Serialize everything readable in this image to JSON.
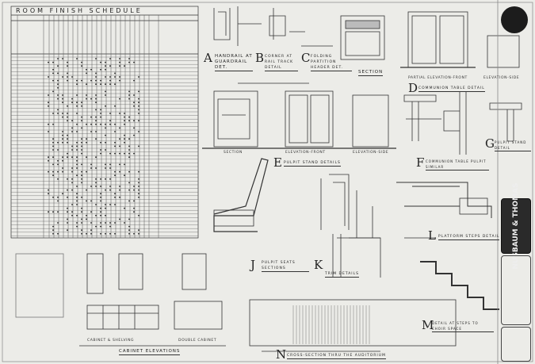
{
  "schedule": {
    "title": "ROOM FINISH SCHEDULE"
  },
  "details": [
    {
      "letter": "A",
      "title": "HANDRAIL AT GUARDRAIL DET."
    },
    {
      "letter": "B",
      "title": "CORNER AT RAIL TRACK DETAIL"
    },
    {
      "letter": "C",
      "title": "FOLDING PARTITION HEADER DET."
    },
    {
      "letter": "D",
      "title": "COMMUNION TABLE DETAIL"
    },
    {
      "letter": "E",
      "title": "PULPIT STAND DETAILS"
    },
    {
      "letter": "F",
      "title": "COMMUNION TABLE PULPIT SIMILAR"
    },
    {
      "letter": "G",
      "title": "PULPIT STAND DETAIL"
    },
    {
      "letter": "J",
      "title": "PULPIT SEATS SECTIONS"
    },
    {
      "letter": "K",
      "title": "TRIM DETAILS"
    },
    {
      "letter": "L",
      "title": "PLATFORM STEPS DETAIL"
    },
    {
      "letter": "M",
      "title": "DETAIL AT STEPS TO CHOIR SPACE"
    },
    {
      "letter": "N",
      "title": "CROSS-SECTION THRU THE AUDITORIUM"
    }
  ],
  "view_labels": {
    "section_top": "SECTION",
    "partial_elev_front": "PARTIAL ELEVATION-FRONT",
    "elev_side_top": "ELEVATION-SIDE",
    "section_mid": "SECTION",
    "elev_front_mid": "ELEVATION-FRONT",
    "elev_side_mid": "ELEVATION-SIDE",
    "cabinet_shelving": "CABINET & SHELVING",
    "double_cabinet": "DOUBLE CABINET",
    "cabinet_elevations": "CABINET ELEVATIONS"
  },
  "title_block": {
    "firm": "NUSBAUM & THOMAS"
  }
}
